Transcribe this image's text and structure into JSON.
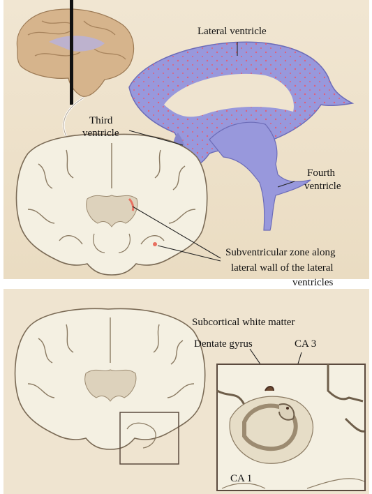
{
  "labels": {
    "lateral_ventricle": "Lateral ventricle",
    "third_ventricle_1": "Third",
    "third_ventricle_2": "ventricle",
    "fourth_ventricle_1": "Fourth",
    "fourth_ventricle_2": "ventricle",
    "svz_1": "Subventricular zone along",
    "svz_2": "lateral wall of the lateral",
    "svz_3": "ventricles",
    "subcortical": "Subcortical white matter",
    "dentate": "Dentate gyrus",
    "ca3": "CA 3",
    "ca1": "CA 1"
  },
  "colors": {
    "panel_bg": "#efe4d0",
    "ventricle": "#8f8fd6",
    "ventricle_dots": "#e0607a",
    "brain_outline": "#7a6a55",
    "brain_fill": "#f4f0e2",
    "svz_marker": "#e87060",
    "frame": "#5b4a3e"
  }
}
